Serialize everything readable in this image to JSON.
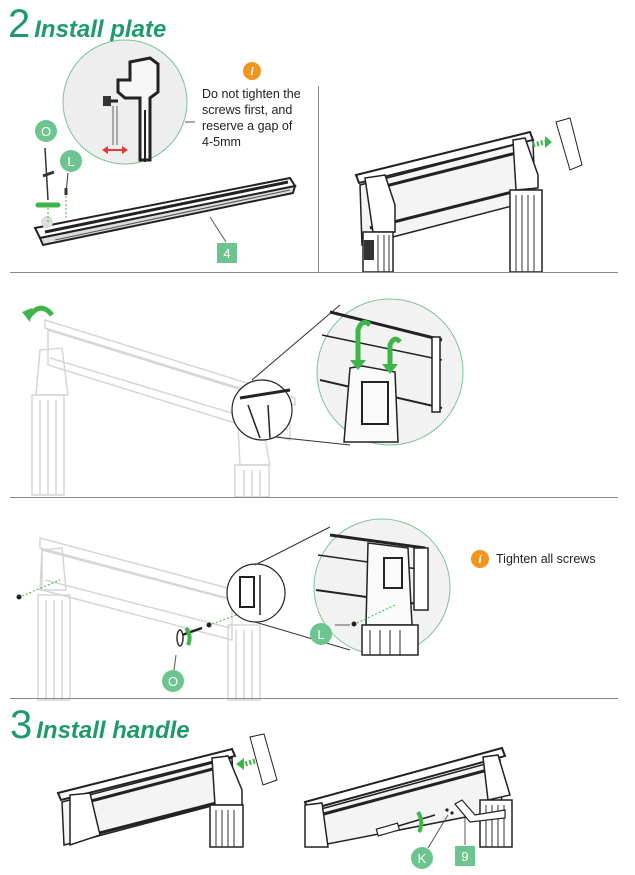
{
  "colors": {
    "heading_green": "#1f9a6a",
    "badge_green": "#6cc48e",
    "arrow_green": "#3db54a",
    "info_orange": "#f0961e",
    "gap_arrow_red": "#e53935",
    "line_gray": "#888888"
  },
  "section2": {
    "number": "2",
    "title": "Install plate",
    "note_icon": "info-icon",
    "note_lines": [
      "Do not tighten the",
      "screws first, and",
      "reserve a gap of",
      "4-5mm"
    ],
    "part_labels": {
      "screw_o": "O",
      "screw_l": "L",
      "plate": "4"
    }
  },
  "section2_step3": {
    "rotate_arrow_icon": "rotate-arrow-icon"
  },
  "section2_step4": {
    "note_icon": "info-icon",
    "note": "Tighten all screws",
    "part_labels": {
      "screw_l": "L",
      "screw_o": "O"
    }
  },
  "section3": {
    "number": "3",
    "title": "Install handle",
    "part_labels": {
      "screw_k": "K",
      "handle": "9"
    }
  },
  "info_glyph": "i"
}
